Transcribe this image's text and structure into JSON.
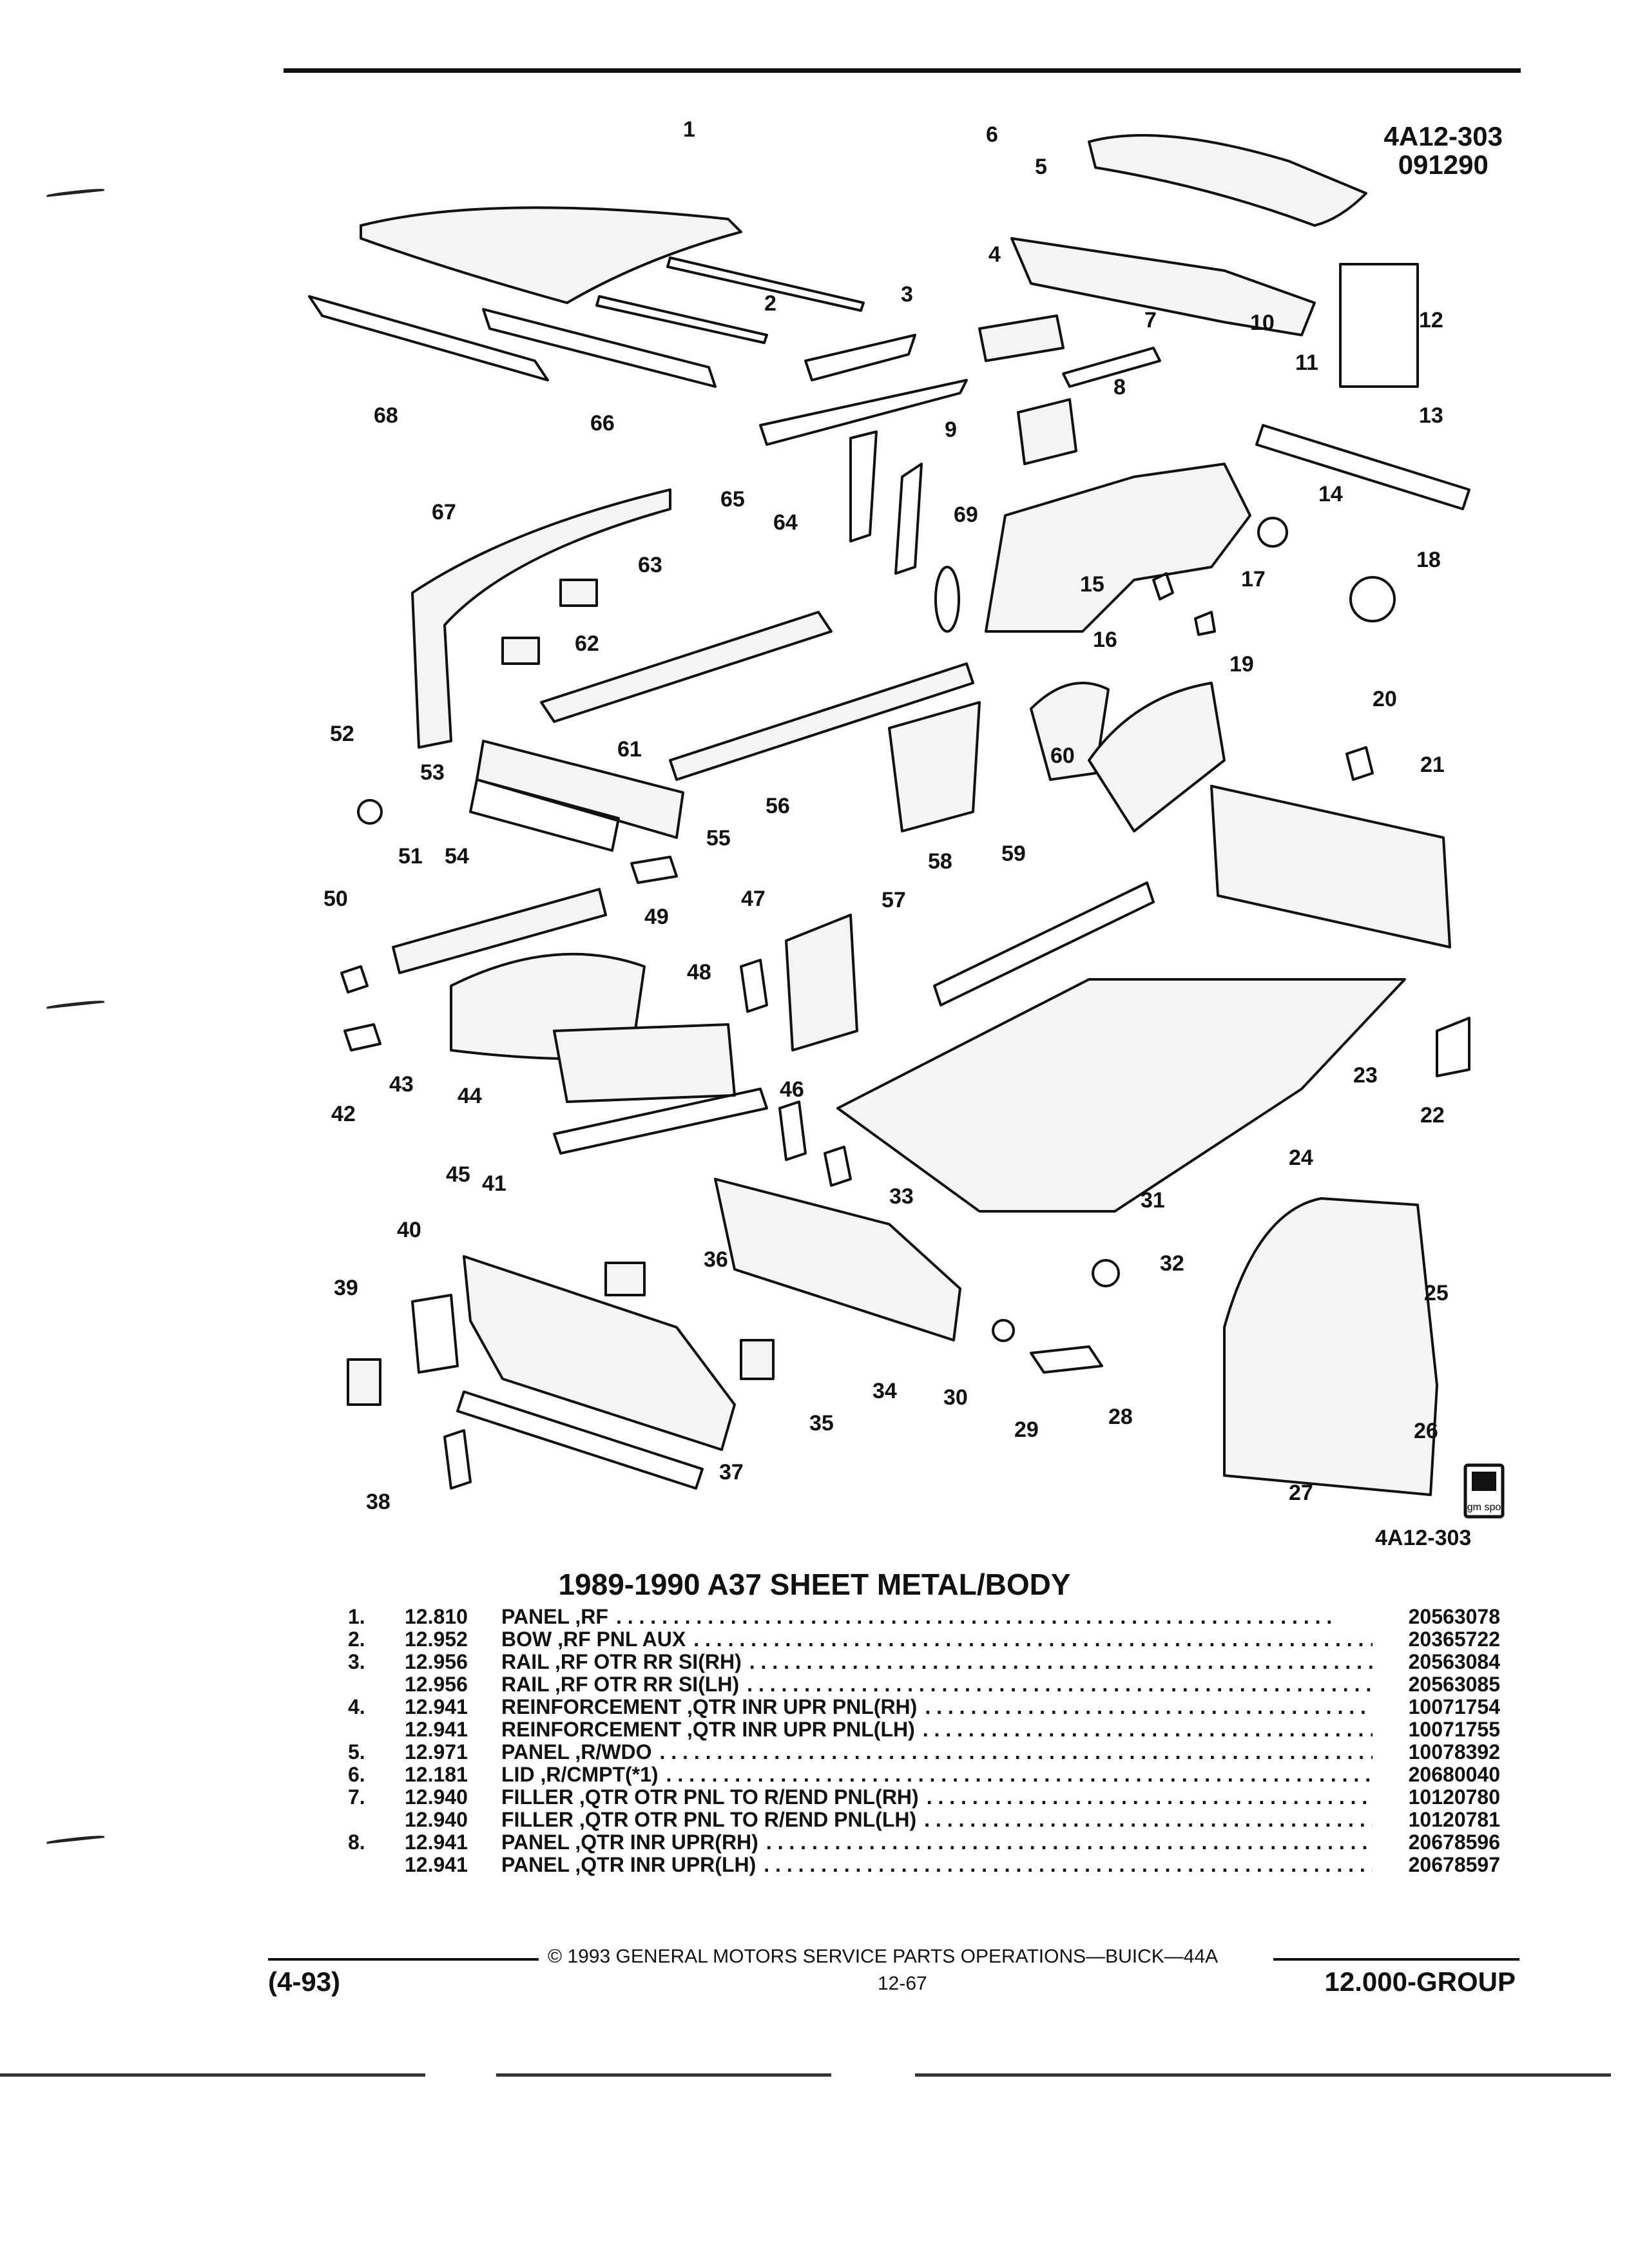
{
  "header": {
    "ref_code": "4A12-303",
    "ref_date": "091290"
  },
  "diagram": {
    "callouts": [
      "1",
      "2",
      "3",
      "4",
      "5",
      "6",
      "7",
      "8",
      "9",
      "10",
      "11",
      "12",
      "13",
      "14",
      "15",
      "16",
      "17",
      "18",
      "19",
      "20",
      "21",
      "22",
      "23",
      "24",
      "25",
      "26",
      "27",
      "28",
      "29",
      "30",
      "31",
      "32",
      "33",
      "34",
      "35",
      "36",
      "37",
      "38",
      "39",
      "40",
      "41",
      "42",
      "43",
      "44",
      "45",
      "46",
      "47",
      "48",
      "49",
      "50",
      "51",
      "52",
      "53",
      "54",
      "55",
      "56",
      "57",
      "58",
      "59",
      "60",
      "61",
      "62",
      "63",
      "64",
      "65",
      "66",
      "67",
      "68",
      "69"
    ],
    "footer_ref": "4A12-303",
    "logo_text": "gm spo"
  },
  "title": "1989-1990 A37 SHEET METAL/BODY",
  "parts": [
    {
      "num": "1.",
      "code": "12.810",
      "desc": "PANEL ,RF",
      "pn": "20563078"
    },
    {
      "num": "2.",
      "code": "12.952",
      "desc": "BOW ,RF PNL AUX",
      "pn": "20365722"
    },
    {
      "num": "3.",
      "code": "12.956",
      "desc": "RAIL ,RF OTR RR SI(RH)",
      "pn": "20563084"
    },
    {
      "num": "",
      "code": "12.956",
      "desc": "RAIL ,RF OTR RR SI(LH)",
      "pn": "20563085"
    },
    {
      "num": "4.",
      "code": "12.941",
      "desc": "REINFORCEMENT ,QTR INR UPR PNL(RH)",
      "pn": "10071754"
    },
    {
      "num": "",
      "code": "12.941",
      "desc": "REINFORCEMENT ,QTR INR UPR PNL(LH)",
      "pn": "10071755"
    },
    {
      "num": "5.",
      "code": "12.971",
      "desc": "PANEL ,R/WDO",
      "pn": "10078392"
    },
    {
      "num": "6.",
      "code": "12.181",
      "desc": "LID ,R/CMPT(*1)",
      "pn": "20680040"
    },
    {
      "num": "7.",
      "code": "12.940",
      "desc": "FILLER ,QTR OTR PNL TO R/END PNL(RH)",
      "pn": "10120780"
    },
    {
      "num": "",
      "code": "12.940",
      "desc": "FILLER ,QTR OTR PNL TO R/END PNL(LH)",
      "pn": "10120781"
    },
    {
      "num": "8.",
      "code": "12.941",
      "desc": "PANEL ,QTR INR UPR(RH)",
      "pn": "20678596"
    },
    {
      "num": "",
      "code": "12.941",
      "desc": "PANEL ,QTR INR UPR(LH)",
      "pn": "20678597"
    }
  ],
  "footer": {
    "copyright": "© 1993 GENERAL MOTORS SERVICE PARTS OPERATIONS—BUICK—44A",
    "issue": "(4-93)",
    "page": "12-67",
    "group": "12.000-GROUP"
  }
}
